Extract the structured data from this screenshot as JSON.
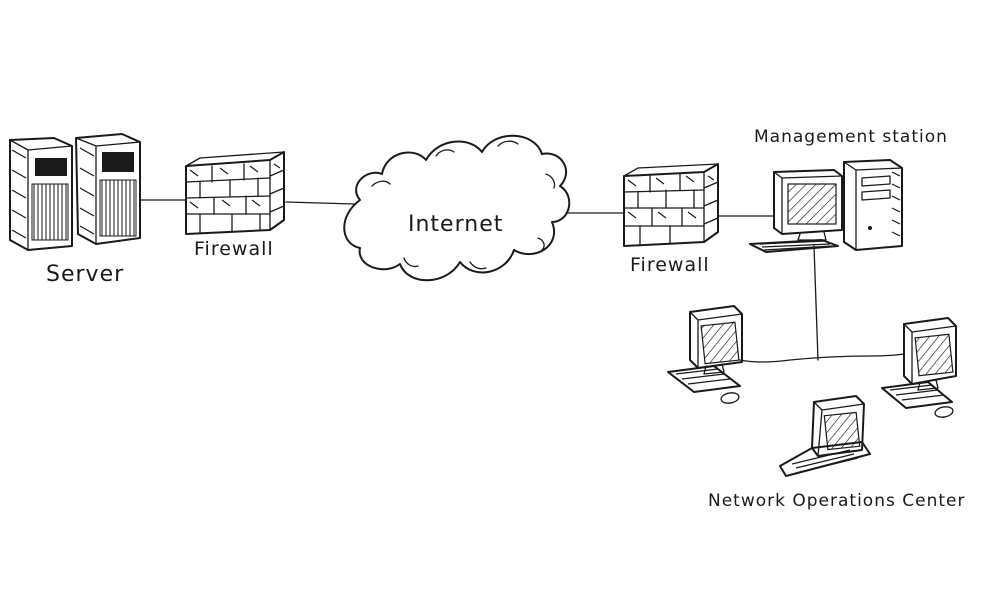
{
  "nodes": {
    "server": {
      "label": "Server"
    },
    "firewall_left": {
      "label": "Firewall"
    },
    "internet": {
      "label": "Internet"
    },
    "firewall_right": {
      "label": "Firewall"
    },
    "management_station": {
      "label": "Management station"
    },
    "noc": {
      "label": "Network Operations Center"
    }
  },
  "colors": {
    "ink": "#1a1a1a",
    "background": "#ffffff"
  }
}
